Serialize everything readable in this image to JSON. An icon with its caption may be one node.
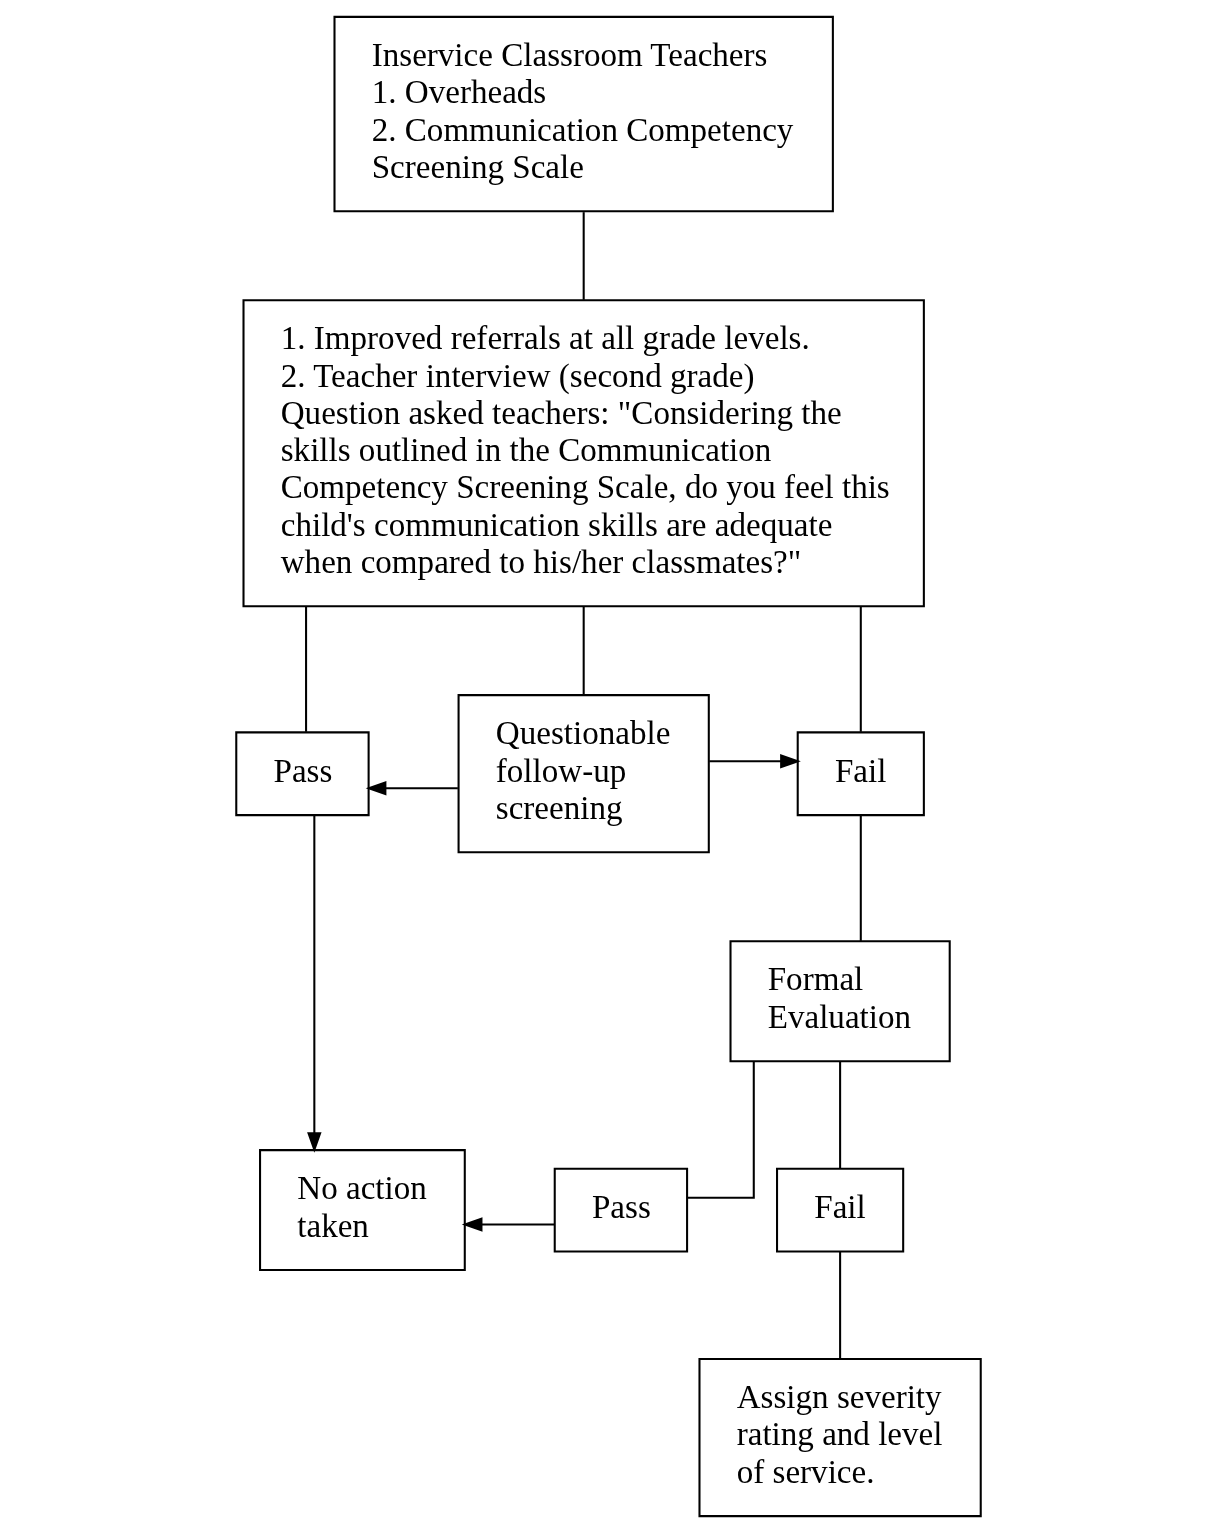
{
  "diagram": {
    "nodes": [
      {
        "text": [
          "Inservice Classroom Teachers",
          "1. Overheads",
          "2. Communication Competency Screening Scale"
        ]
      },
      {
        "text": [
          "1. Improved referrals at all grade levels.",
          "2. Teacher interview (second grade)",
          "Question asked teachers: \"Considering the skills outlined in the Communication Competency Screening Scale, do you feel this child's communication skills are adequate when compared to his/her classmates?\""
        ]
      },
      {
        "text": [
          "Pass"
        ]
      },
      {
        "text": [
          "Questionable follow-up screening"
        ]
      },
      {
        "text": [
          "Fail"
        ]
      },
      {
        "text": [
          "Formal Evaluation"
        ]
      },
      {
        "text": [
          "No action taken"
        ]
      },
      {
        "text": [
          "Pass"
        ]
      },
      {
        "text": [
          "Fail"
        ]
      },
      {
        "text": [
          "Assign severity rating and level of service."
        ]
      }
    ],
    "edges": [
      {
        "from": 0,
        "to": 1,
        "arrow": "none"
      },
      {
        "from": 1,
        "to": 2,
        "arrow": "none"
      },
      {
        "from": 1,
        "to": 3,
        "arrow": "none"
      },
      {
        "from": 1,
        "to": 4,
        "arrow": "none"
      },
      {
        "from": 3,
        "to": 2,
        "arrow": "to"
      },
      {
        "from": 3,
        "to": 4,
        "arrow": "to"
      },
      {
        "from": 2,
        "to": 6,
        "arrow": "to"
      },
      {
        "from": 4,
        "to": 5,
        "arrow": "none"
      },
      {
        "from": 5,
        "to": 7,
        "arrow": "none"
      },
      {
        "from": 5,
        "to": 8,
        "arrow": "none"
      },
      {
        "from": 7,
        "to": 6,
        "arrow": "to"
      },
      {
        "from": 8,
        "to": 9,
        "arrow": "none"
      }
    ]
  }
}
